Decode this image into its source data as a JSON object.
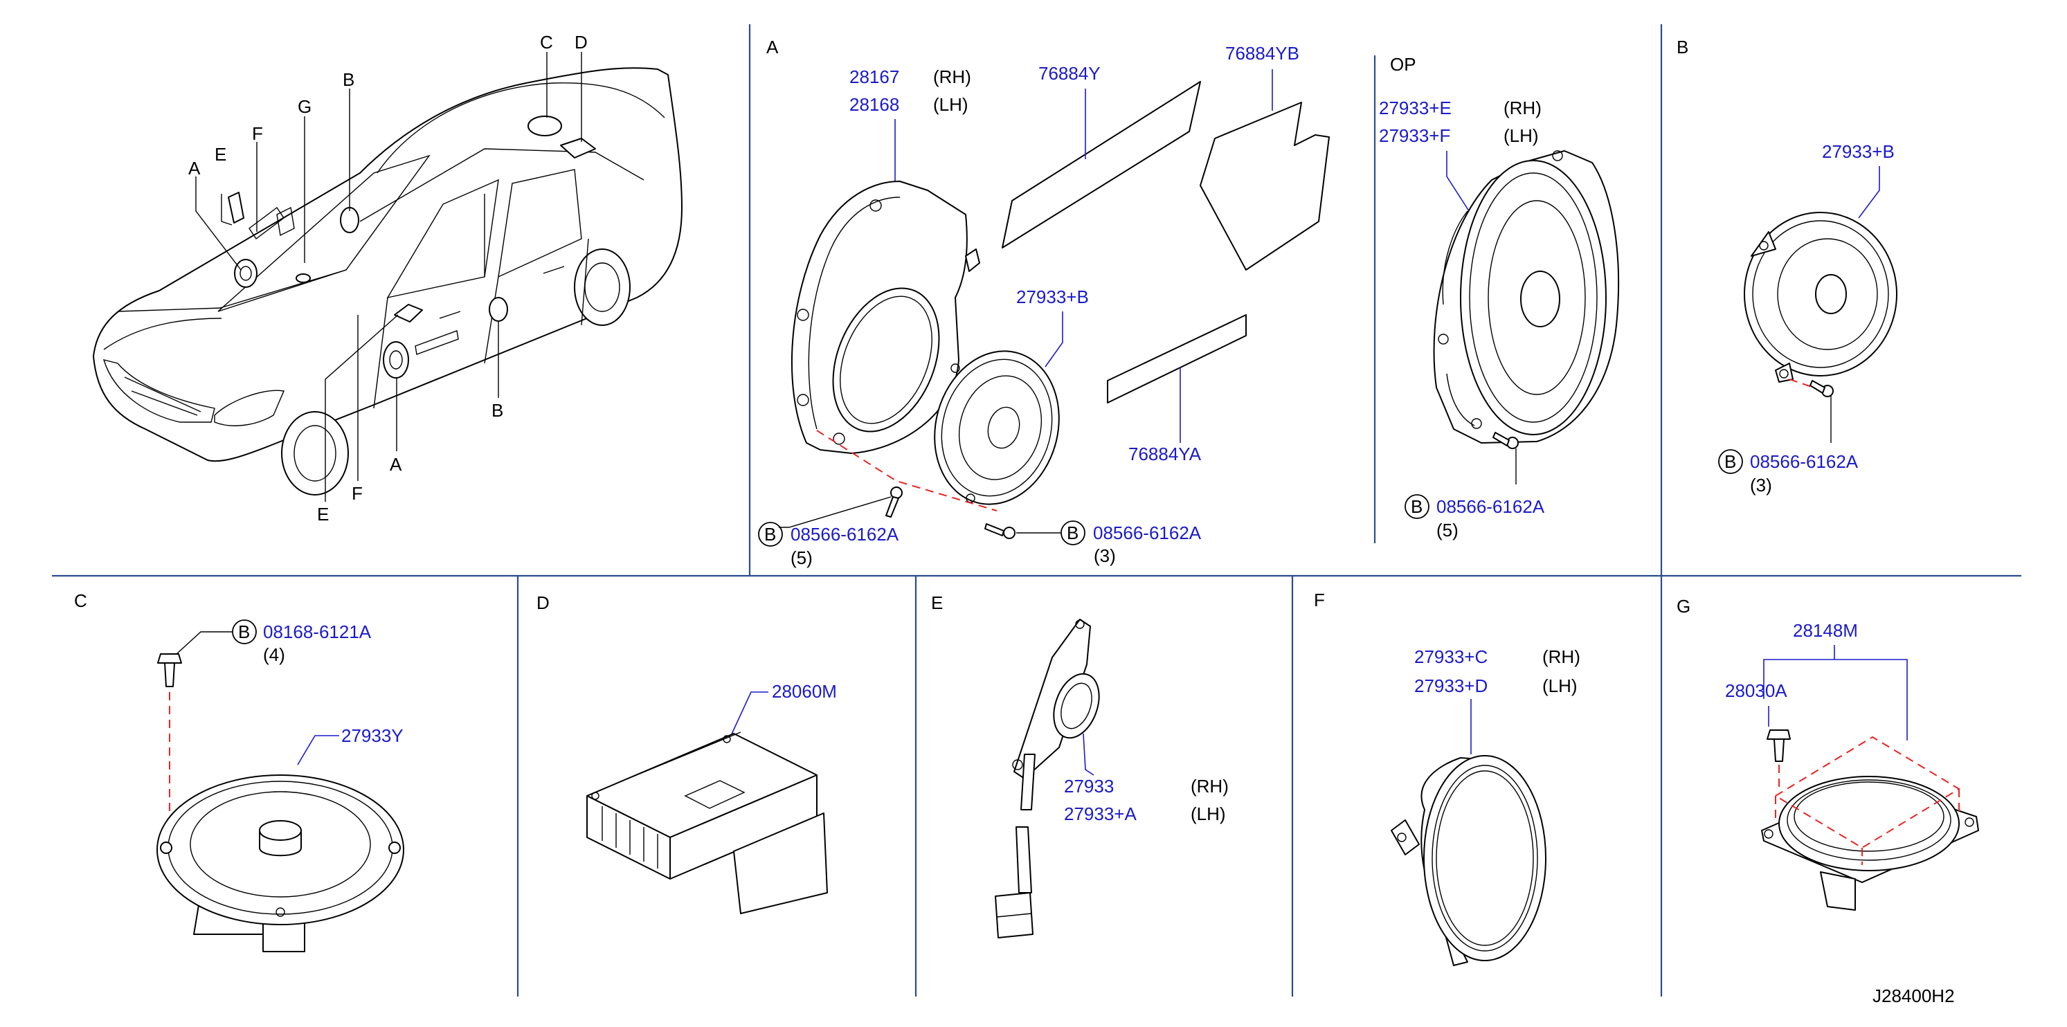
{
  "colors": {
    "part_number": "#1a1acc",
    "divider": "#2b4c8c",
    "dashed_guide": "#ee2222"
  },
  "diagram_code": "J28400H2",
  "car_callouts": {
    "A_top": "A",
    "E_top": "E",
    "F_top": "F",
    "G_top": "G",
    "B_top": "B",
    "C_top": "C",
    "D_top": "D",
    "B_side": "B",
    "A_bottom": "A",
    "F_bottom": "F",
    "E_bottom": "E"
  },
  "sections": {
    "A": {
      "title": "A",
      "bracket": {
        "rh_pn": "28167",
        "rh_side": "(RH)",
        "lh_pn": "28168",
        "lh_side": "(LH)"
      },
      "pad1": "76884Y",
      "pad2": "76884YB",
      "pad3": "76884YA",
      "speaker": "27933+B",
      "screw1": {
        "marker": "B",
        "pn": "08566-6162A",
        "qty": "(5)"
      },
      "screw2": {
        "marker": "B",
        "pn": "08566-6162A",
        "qty": "(3)"
      }
    },
    "OP": {
      "title": "OP",
      "rh_pn": "27933+E",
      "rh_side": "(RH)",
      "lh_pn": "27933+F",
      "lh_side": "(LH)",
      "screw": {
        "marker": "B",
        "pn": "08566-6162A",
        "qty": "(5)"
      }
    },
    "B": {
      "title": "B",
      "speaker": "27933+B",
      "screw": {
        "marker": "B",
        "pn": "08566-6162A",
        "qty": "(3)"
      }
    },
    "C": {
      "title": "C",
      "screw": {
        "marker": "B",
        "pn": "08168-6121A",
        "qty": "(4)"
      },
      "speaker": "27933Y"
    },
    "D": {
      "title": "D",
      "amp": "28060M"
    },
    "E": {
      "title": "E",
      "rh_pn": "27933",
      "rh_side": "(RH)",
      "lh_pn": "27933+A",
      "lh_side": "(LH)"
    },
    "F": {
      "title": "F",
      "rh_pn": "27933+C",
      "rh_side": "(RH)",
      "lh_pn": "27933+D",
      "lh_side": "(LH)"
    },
    "G": {
      "title": "G",
      "assembly": "28148M",
      "bolt": "28030A"
    }
  }
}
